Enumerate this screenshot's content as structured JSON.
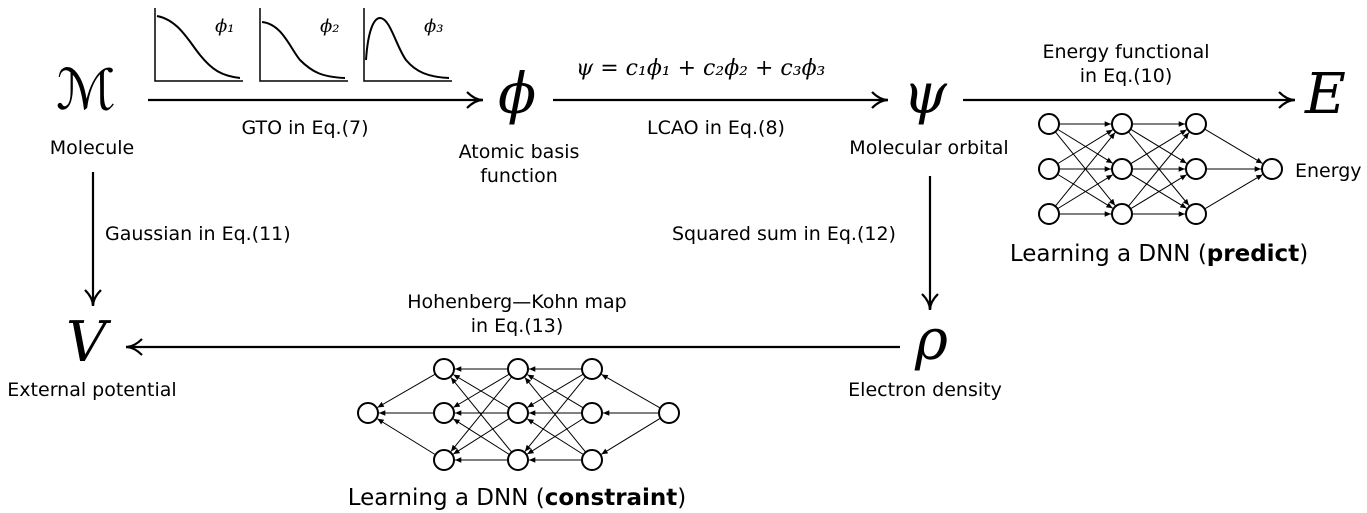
{
  "nodes": {
    "molecule": {
      "symbol": "ℳ",
      "label": "Molecule"
    },
    "basis": {
      "symbol": "ϕ",
      "label_line1": "Atomic basis",
      "label_line2": "function"
    },
    "orbital": {
      "symbol": "ψ",
      "label": "Molecular orbital"
    },
    "energy": {
      "symbol": "E"
    },
    "potential": {
      "symbol": "V",
      "label": "External potential"
    },
    "density": {
      "symbol": "ρ",
      "label": "Electron density"
    }
  },
  "edges": {
    "gto": "GTO in Eq.(7)",
    "lcao": "LCAO in Eq.(8)",
    "lcao_equation": "ψ = c₁ϕ₁ + c₂ϕ₂ + c₃ϕ₃",
    "energy_functional_line1": "Energy functional",
    "energy_functional_line2": "in Eq.(10)",
    "gaussian": "Gaussian in Eq.(11)",
    "squared_sum": "Squared sum in Eq.(12)",
    "hk_line1": "Hohenberg—Kohn map",
    "hk_line2": "in Eq.(13)"
  },
  "basis_plots": [
    {
      "label": "ϕ₁"
    },
    {
      "label": "ϕ₂"
    },
    {
      "label": "ϕ₃"
    }
  ],
  "dnn_predict": {
    "output_label": "Energy",
    "caption_prefix": "Learning a DNN (",
    "caption_bold": "predict",
    "caption_suffix": ")"
  },
  "dnn_constraint": {
    "caption_prefix": "Learning a DNN (",
    "caption_bold": "constraint",
    "caption_suffix": ")"
  }
}
